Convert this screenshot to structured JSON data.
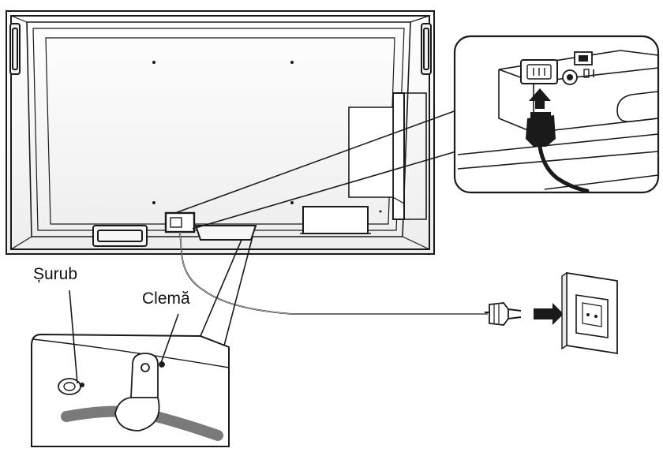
{
  "labels": {
    "screw": "Șurub",
    "clamp": "Clemă"
  },
  "colors": {
    "stroke": "#1a1a1a",
    "cable": "#2b2b2b",
    "cable_inset": "#7a7a7a",
    "panel_fill": "#f4f4f4",
    "background": "#ffffff"
  },
  "icons": {
    "connection_arrow": "arrow-right",
    "plug_in_arrow": "arrow-up"
  }
}
